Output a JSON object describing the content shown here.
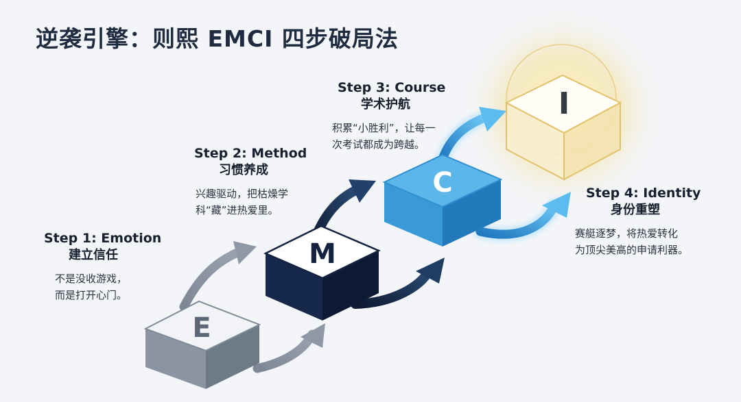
{
  "title": "逆袭引擎：则熙 EMCI 四步破局法",
  "steps": [
    {
      "letter": "E",
      "title": "Step 1: Emotion",
      "subtitle": "建立信任",
      "desc_lines": [
        "不是没收游戏，",
        "而是打开心门。"
      ],
      "color": "#7f8a99"
    },
    {
      "letter": "M",
      "title": "Step 2: Method",
      "subtitle": "习惯养成",
      "desc_lines": [
        "兴趣驱动，把枯燥学",
        "科“藏”进热爱里。"
      ],
      "color": "#13233f"
    },
    {
      "letter": "C",
      "title": "Step 3: Course",
      "subtitle": "学术护航",
      "desc_lines": [
        "积累“小胜利”，让每一",
        "次考试都成为跨越。"
      ],
      "color": "#2f8fd0"
    },
    {
      "letter": "I",
      "title": "Step 4: Identity",
      "subtitle": "身份重塑",
      "desc_lines": [
        "赛艇逐梦，将热爱转化",
        "为顶尖美高的申请利器。"
      ],
      "color": "#e8c15a"
    }
  ]
}
